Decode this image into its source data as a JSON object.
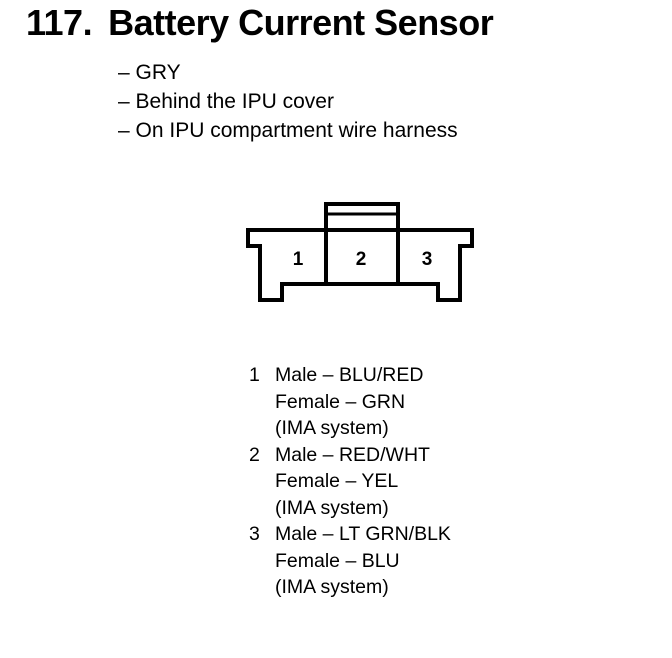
{
  "title": {
    "number": "117.",
    "text": "Battery Current Sensor"
  },
  "specs": [
    "– GRY",
    "– Behind the IPU cover",
    "– On IPU compartment wire harness"
  ],
  "connector": {
    "terminals": [
      "1",
      "2",
      "3"
    ]
  },
  "pins": [
    {
      "num": "1",
      "male": "Male – BLU/RED",
      "female": "Female – GRN",
      "system": "(IMA system)"
    },
    {
      "num": "2",
      "male": "Male – RED/WHT",
      "female": "Female – YEL",
      "system": "(IMA system)"
    },
    {
      "num": "3",
      "male": "Male – LT GRN/BLK",
      "female": "Female – BLU",
      "system": "(IMA system)"
    }
  ]
}
